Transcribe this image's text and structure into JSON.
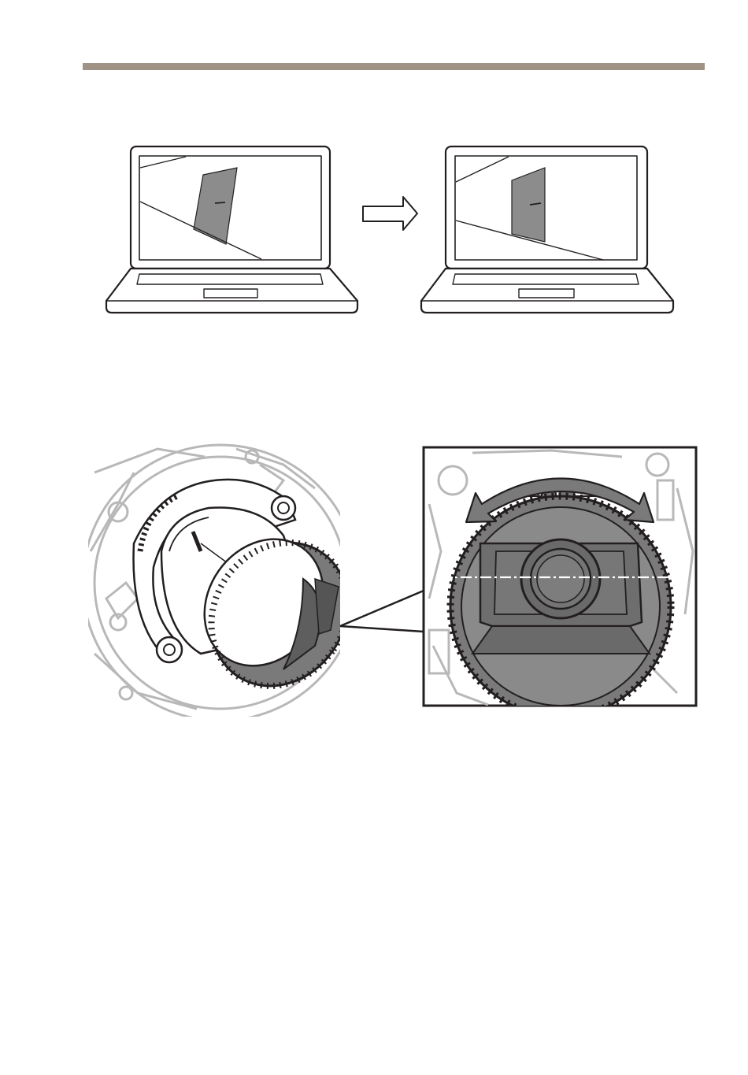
{
  "page": {
    "header_rule_color": "#a19286"
  },
  "figures": [
    {
      "name": "laptop-level-adjustment",
      "items": [
        "laptop-icon",
        "right-arrow-icon",
        "laptop-icon"
      ],
      "colors": {
        "line": "#231f20",
        "object_fill": "#8c8c8c"
      }
    },
    {
      "name": "camera-rotation-detail",
      "items": [
        "camera-dome-icon",
        "rotate-arrow-icon",
        "horizon-line"
      ],
      "colors": {
        "line": "#231f20",
        "camera_fill": "#7a7a7a",
        "background_lines": "#b8b8b8"
      }
    }
  ]
}
